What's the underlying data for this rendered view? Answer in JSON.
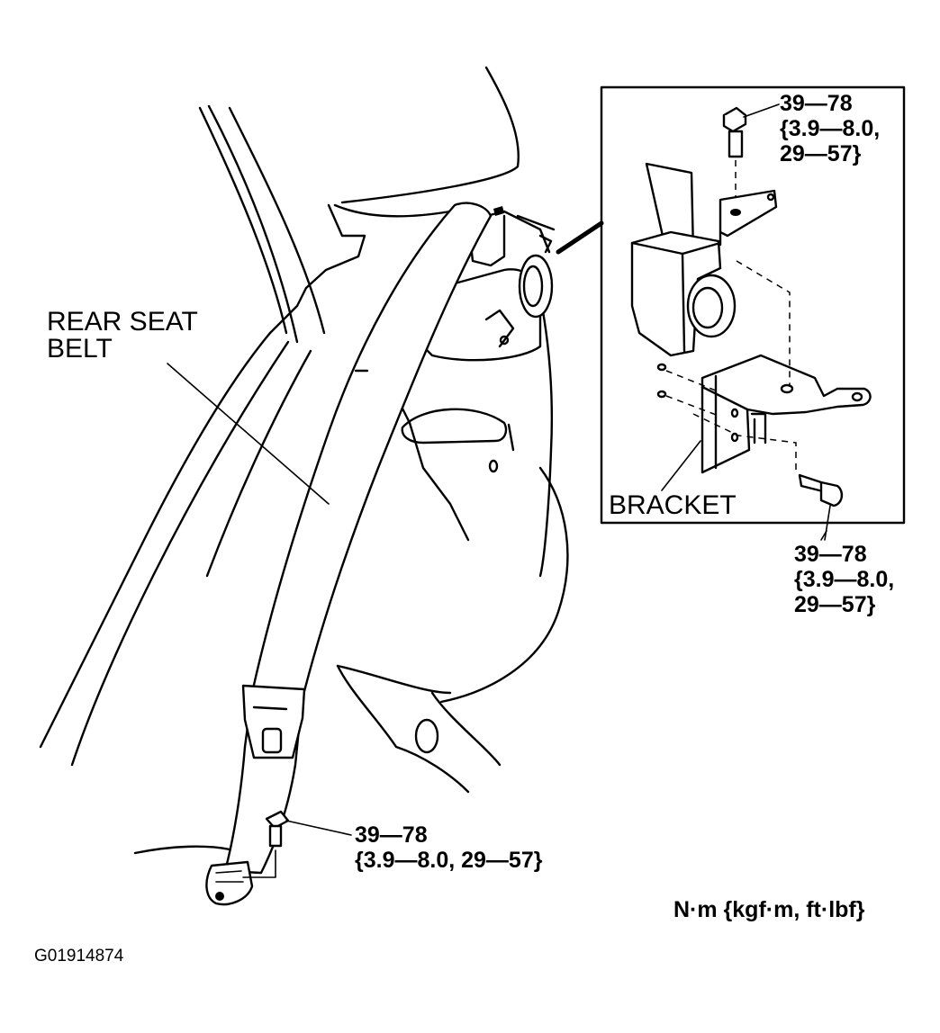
{
  "labels": {
    "rear_seat_belt_line1": "REAR SEAT",
    "rear_seat_belt_line2": "BELT",
    "bracket": "BRACKET"
  },
  "torque_callouts": {
    "inset_top": {
      "line1": "39—78",
      "line2": "{3.9—8.0,",
      "line3": "29—57}"
    },
    "inset_side": {
      "line1": "39—78",
      "line2": "{3.9—8.0,",
      "line3": "29—57}"
    },
    "lower_anchor": {
      "line1": "39—78",
      "line2": "{3.9—8.0, 29—57}"
    }
  },
  "units_legend": "N·m {kgf·m, ft·lbf}",
  "figure_id": "G01914874"
}
